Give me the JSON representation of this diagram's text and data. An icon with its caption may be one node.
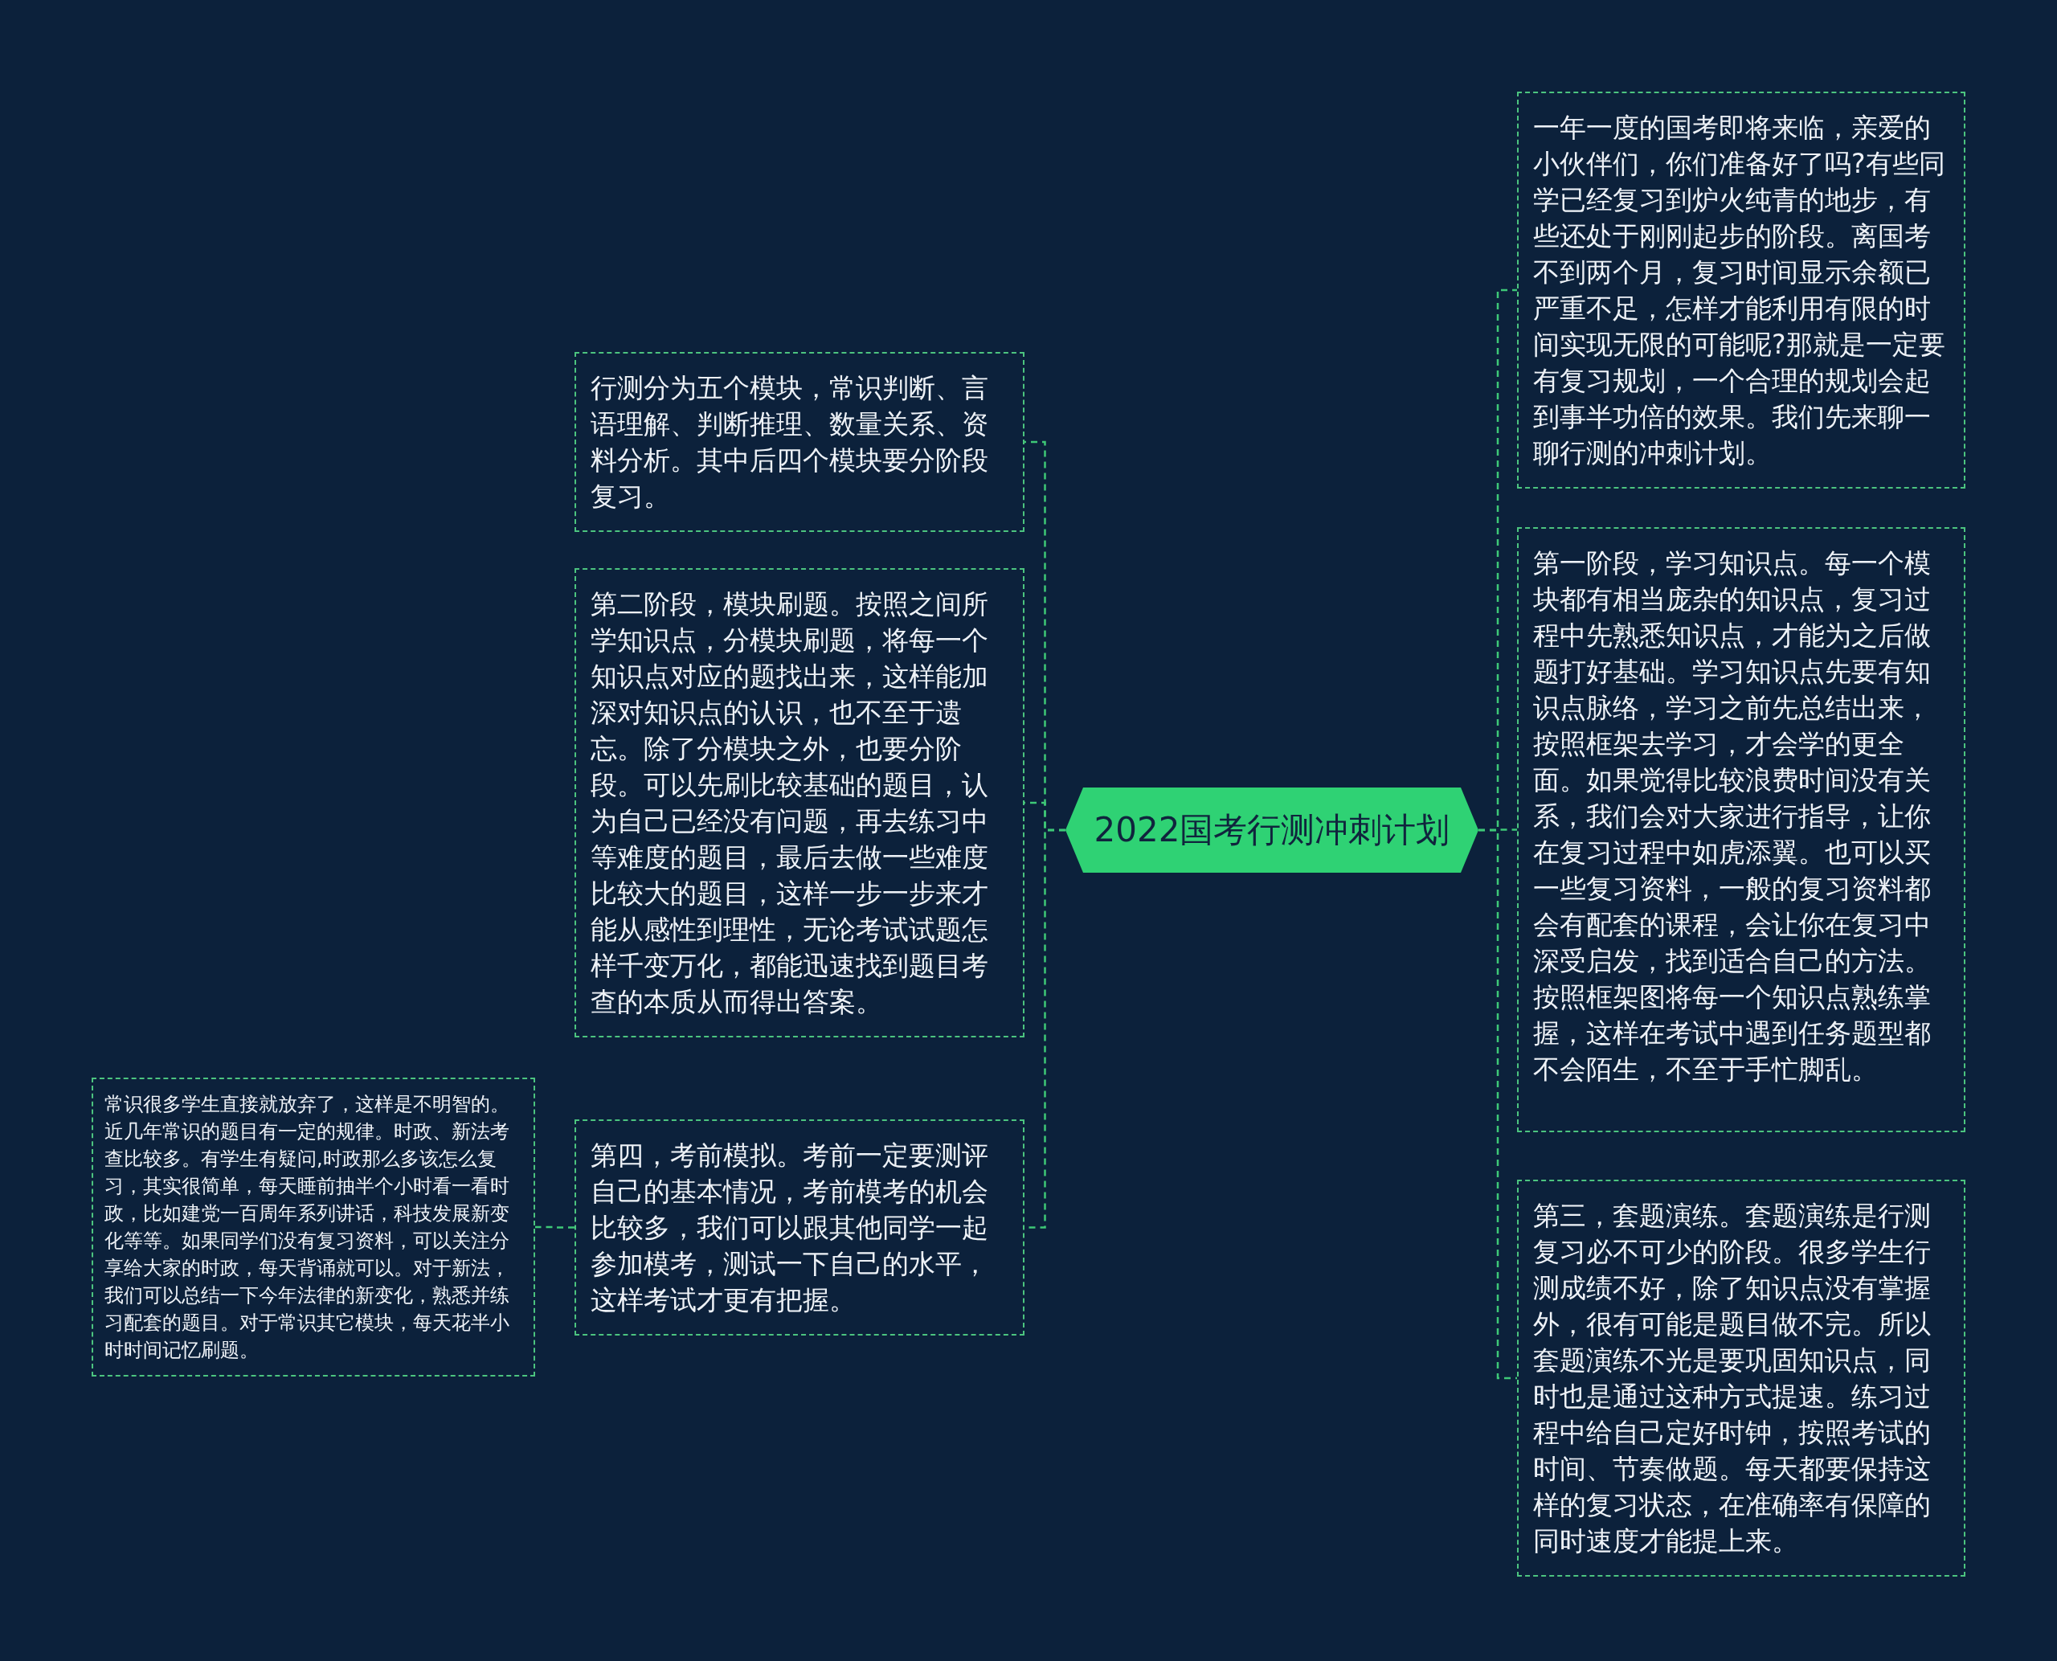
{
  "diagram": {
    "nodes": [
      {
        "text": [
          "2022国考行测冲刺计划"
        ]
      },
      {
        "text": [
          "行测分为五个模块，常识判断、言语理解、判断推理、数量关系、资料分析。其中后四个模块要分阶段复习。"
        ]
      },
      {
        "text": [
          "第二阶段，模块刷题。按照之间所学知识点，分模块刷题，将每一个知识点对应的题找出来，这样能加深对知识点的认识，也不至于遗忘。除了分模块之外，也要分阶段。可以先刷比较基础的题目，认为自己已经没有问题，再去练习中等难度的题目，最后去做一些难度比较大的题目，这样一步一步来才能从感性到理性，无论考试试题怎样千变万化，都能迅速找到题目考查的本质从而得出答案。"
        ]
      },
      {
        "text": [
          "第四，考前模拟。考前一定要测评自己的基本情况，考前模考的机会比较多，我们可以跟其他同学一起参加模考，测试一下自己的水平，这样考试才更有把握。"
        ]
      },
      {
        "text": [
          "常识很多学生直接就放弃了，这样是不明智的。近几年常识的题目有一定的规律。时政、新法考查比较多。有学生有疑问,时政那么多该怎么复习，其实很简单，每天睡前抽半个小时看一看时政，比如建党一百周年系列讲话，科技发展新变化等等。如果同学们没有复习资料，可以关注分享给大家的时政，每天背诵就可以。对于新法，我们可以总结一下今年法律的新变化，熟悉并练习配套的题目。对于常识其它模块，每天花半小时时间记忆刷题。"
        ]
      },
      {
        "text": [
          "一年一度的国考即将来临，亲爱的小伙伴们，你们准备好了吗?有些同学已经复习到炉火纯青的地步，有些还处于刚刚起步的阶段。离国考不到两个月，复习时间显示余额已严重不足，怎样才能利用有限的时间实现无限的可能呢?那就是一定要有复习规划，一个合理的规划会起到事半功倍的效果。我们先来聊一聊行测的冲刺计划。"
        ]
      },
      {
        "text": [
          "第一阶段，学习知识点。每一个模块都有相当庞杂的知识点，复习过程中先熟悉知识点，才能为之后做题打好基础。学习知识点先要有知识点脉络，学习之前先总结出来，按照框架去学习，才会学的更全面。如果觉得比较浪费时间没有关系，我们会对大家进行指导，让你在复习过程中如虎添翼。也可以买一些复习资料，一般的复习资料都会有配套的课程，会让你在复习中深受启发，找到适合自己的方法。按照框架图将每一个知识点熟练掌握，这样在考试中遇到任务题型都不会陌生，不至于手忙脚乱。"
        ]
      },
      {
        "text": [
          "第三，套题演练。套题演练是行测复习必不可少的阶段。很多学生行测成绩不好，除了知识点没有掌握外，很有可能是题目做不完。所以套题演练不光是要巩固知识点，同时也是通过这种方式提速。练习过程中给自己定好时钟，按照考试的时间、节奏做题。每天都要保持这样的复习状态，在准确率有保障的同时速度才能提上来。"
        ]
      }
    ],
    "edges": [
      {
        "from": 0,
        "to": 1,
        "arrow": "none",
        "style": "dashed"
      },
      {
        "from": 0,
        "to": 2,
        "arrow": "none",
        "style": "dashed"
      },
      {
        "from": 0,
        "to": 3,
        "arrow": "none",
        "style": "dashed"
      },
      {
        "from": 3,
        "to": 4,
        "arrow": "none",
        "style": "dashed"
      },
      {
        "from": 0,
        "to": 5,
        "arrow": "none",
        "style": "dashed"
      },
      {
        "from": 0,
        "to": 6,
        "arrow": "none",
        "style": "dashed"
      },
      {
        "from": 0,
        "to": 7,
        "arrow": "none",
        "style": "dashed"
      }
    ]
  }
}
